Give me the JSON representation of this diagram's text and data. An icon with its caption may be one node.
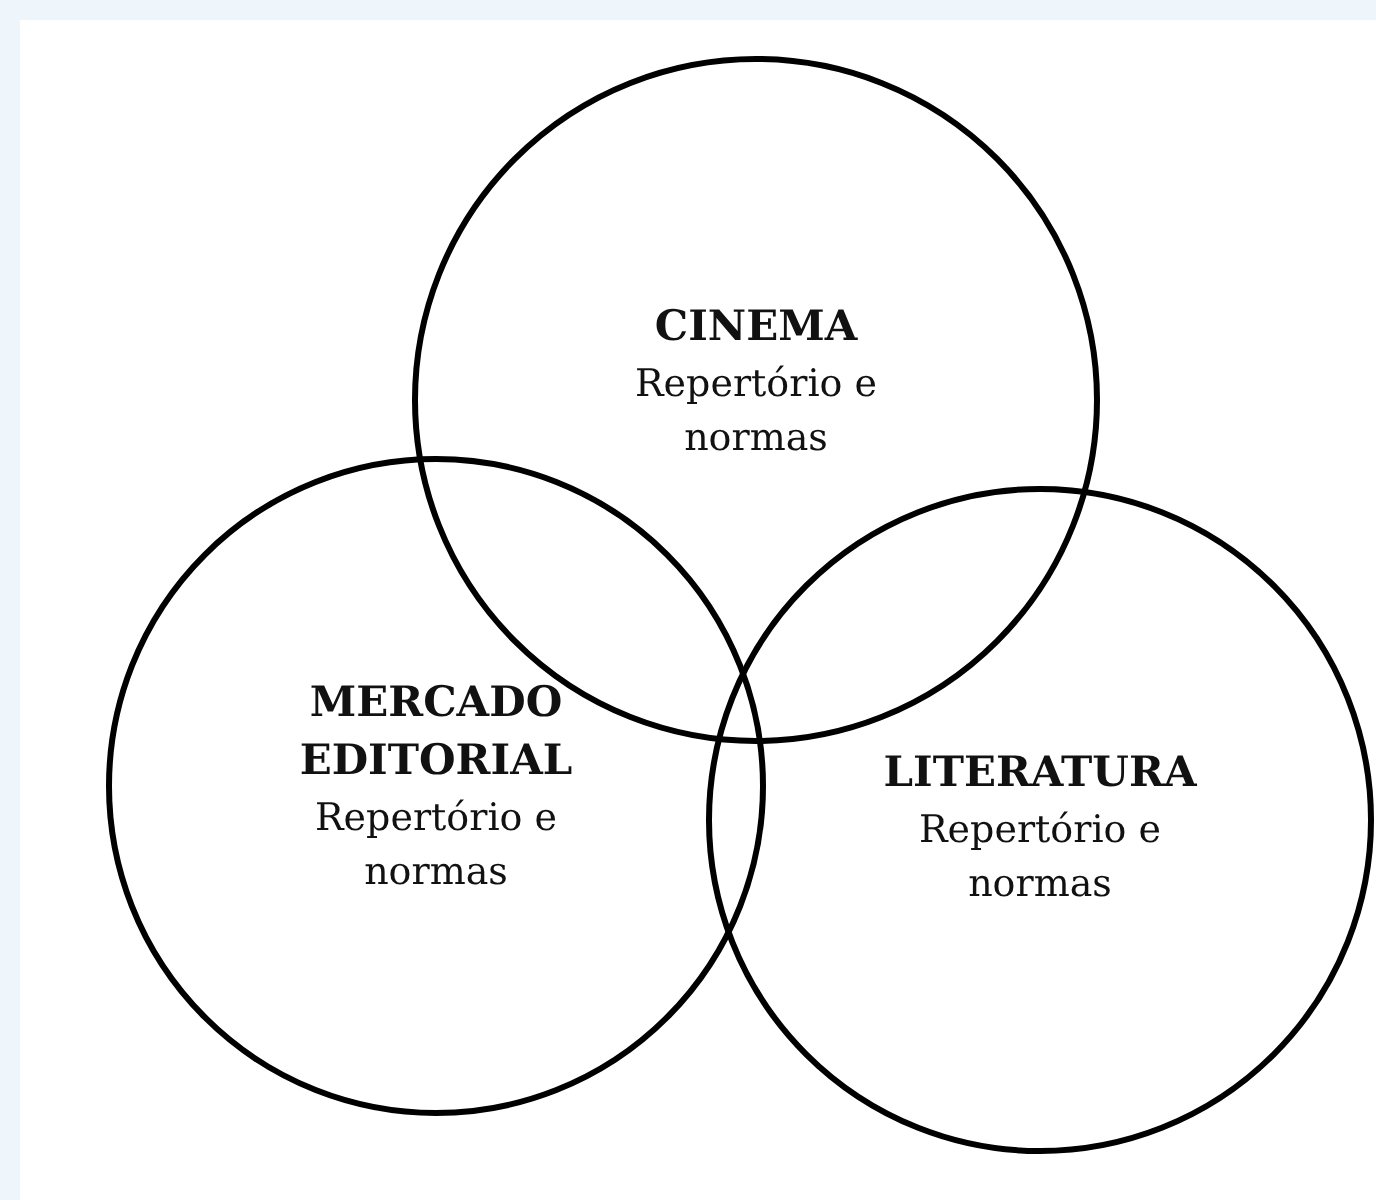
{
  "diagram": {
    "nodes": [
      {
        "text": [
          "CINEMA",
          "Repertório e normas"
        ]
      },
      {
        "text": [
          "MERCADO EDITORIAL",
          "Repertório e normas"
        ]
      },
      {
        "text": [
          "LITERATURA",
          "Repertório e normas"
        ]
      }
    ]
  }
}
